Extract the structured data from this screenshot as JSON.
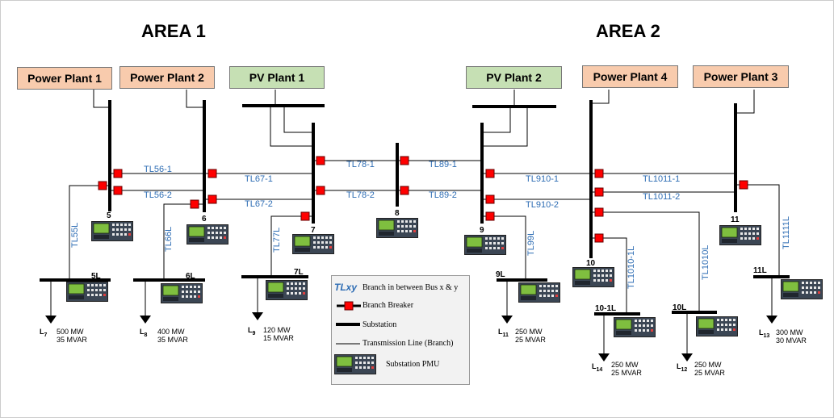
{
  "areas": [
    "AREA 1",
    "AREA 2"
  ],
  "plants": [
    {
      "key": "pp1",
      "label": "Power Plant 1",
      "kind": "pp"
    },
    {
      "key": "pp2",
      "label": "Power Plant 2",
      "kind": "pp"
    },
    {
      "key": "pv1",
      "label": "PV Plant 1",
      "kind": "pv"
    },
    {
      "key": "pv2",
      "label": "PV Plant 2",
      "kind": "pv"
    },
    {
      "key": "pp4",
      "label": "Power Plant 4",
      "kind": "pp"
    },
    {
      "key": "pp3",
      "label": "Power Plant 3",
      "kind": "pp"
    }
  ],
  "buses": [
    "5",
    "6",
    "7",
    "8",
    "9",
    "10",
    "11"
  ],
  "lines_horizontal": [
    "TL56-1",
    "TL56-2",
    "TL67-1",
    "TL67-2",
    "TL78-1",
    "TL78-2",
    "TL89-1",
    "TL89-2",
    "TL910-1",
    "TL910-2",
    "TL1011-1",
    "TL1011-2"
  ],
  "lines_vertical": [
    "TL55L",
    "TL66L",
    "TL77L",
    "TL99L",
    "TL1010-1L",
    "TL1010L",
    "TL1111L"
  ],
  "load_buses": [
    "5L",
    "6L",
    "7L",
    "9L",
    "10-1L",
    "10L",
    "11L"
  ],
  "loads": [
    {
      "name": "L",
      "sub": "7",
      "mw": "500 MW",
      "mvar": "35 MVAR"
    },
    {
      "name": "L",
      "sub": "8",
      "mw": "400 MW",
      "mvar": "35 MVAR"
    },
    {
      "name": "L",
      "sub": "9",
      "mw": "120 MW",
      "mvar": "15 MVAR"
    },
    {
      "name": "L",
      "sub": "11",
      "mw": "250 MW",
      "mvar": "25 MVAR"
    },
    {
      "name": "L",
      "sub": "14",
      "mw": "250 MW",
      "mvar": "25 MVAR"
    },
    {
      "name": "L",
      "sub": "12",
      "mw": "250 MW",
      "mvar": "25 MVAR"
    },
    {
      "name": "L",
      "sub": "13",
      "mw": "300 MW",
      "mvar": "30 MVAR"
    }
  ],
  "legend": {
    "tl_symbol": "TLxy",
    "tl_desc": "Branch in between Bus x & y",
    "breaker": "Branch Breaker",
    "substation": "Substation",
    "line": "Transmission Line (Branch)",
    "pmu": "Substation PMU"
  },
  "colors": {
    "breaker": "#ff0000",
    "line_label": "#2e6db4",
    "power_plant": "#f8cbad",
    "pv_plant": "#c6e0b4"
  }
}
